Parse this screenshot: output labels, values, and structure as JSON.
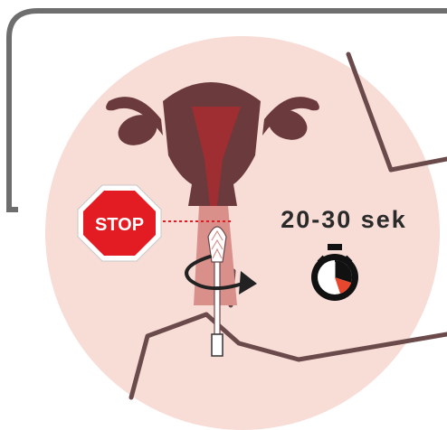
{
  "stop_sign": {
    "label": "STOP",
    "color": "#e31b23",
    "text_color": "#ffffff"
  },
  "duration": {
    "label": "20-30 sek"
  },
  "timer": {
    "icon": "stopwatch-icon",
    "elapsed_fraction": 0.2
  },
  "rotation": {
    "icon": "rotate-arrow-icon"
  },
  "colors": {
    "background_circle": "#f8dcd6",
    "frame": "#6e6e6e",
    "uterus": "#6b3a3d",
    "uterus_inner": "#9e2e32",
    "vagina": "#d9908b",
    "body_outline": "#6b4a4c",
    "guide_line": "#e31b23"
  }
}
